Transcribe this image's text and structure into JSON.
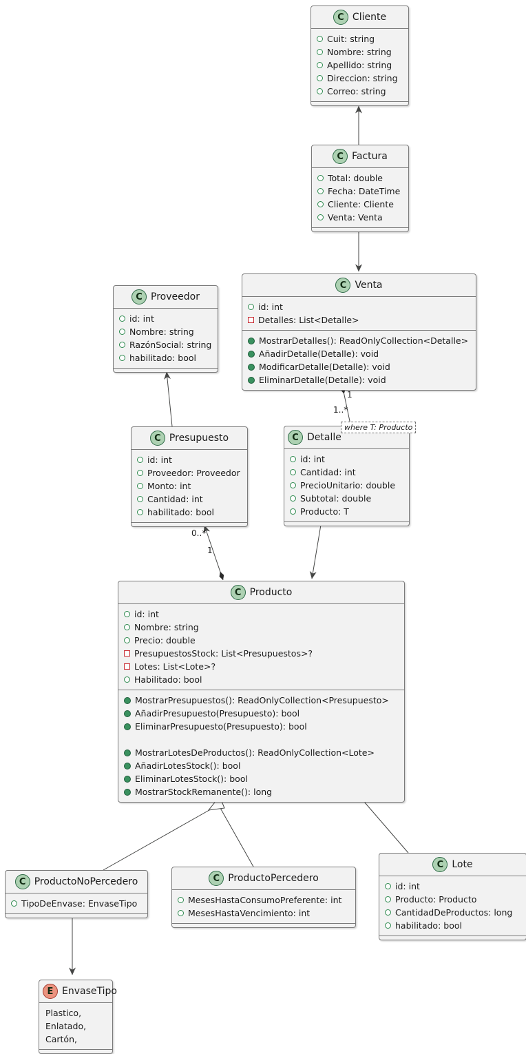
{
  "diagram_title": "UML class diagram",
  "colors": {
    "box_fill": "#f2f2f2",
    "box_border": "#7a7a7a",
    "class_badge_fill": "#add1b2",
    "enum_badge_fill": "#eb937f",
    "edge_color": "#454645",
    "public_icon_color": "#2d8a4e",
    "private_icon_color": "#c82930",
    "method_icon_color": "#3a915f"
  },
  "classes": {
    "cliente": {
      "letter": "C",
      "name": "Cliente",
      "attrs": [
        "Cuit: string",
        "Nombre: string",
        "Apellido: string",
        "Direccion: string",
        "Correo: string"
      ]
    },
    "factura": {
      "letter": "C",
      "name": "Factura",
      "attrs": [
        "Total: double",
        "Fecha: DateTime",
        "Cliente: Cliente",
        "Venta: Venta"
      ]
    },
    "venta": {
      "letter": "C",
      "name": "Venta",
      "attrs": [
        "id: int",
        "Detalles: List<Detalle>"
      ],
      "methods": [
        "MostrarDetalles(): ReadOnlyCollection<Detalle>",
        "AñadirDetalle(Detalle): void",
        "ModificarDetalle(Detalle): void",
        "EliminarDetalle(Detalle): void"
      ]
    },
    "proveedor": {
      "letter": "C",
      "name": "Proveedor",
      "attrs": [
        "id: int",
        "Nombre: string",
        "RazónSocial: string",
        "habilitado: bool"
      ]
    },
    "presupuesto": {
      "letter": "C",
      "name": "Presupuesto",
      "attrs": [
        "id: int",
        "Proveedor: Proveedor",
        "Monto: int",
        "Cantidad: int",
        "habilitado: bool"
      ]
    },
    "detalle": {
      "letter": "C",
      "name": "Detalle",
      "attrs": [
        "id: int",
        "Cantidad: int",
        "PrecioUnitario: double",
        "Subtotal: double",
        "Producto: T"
      ],
      "note": "where T: Producto"
    },
    "producto": {
      "letter": "C",
      "name": "Producto",
      "attrs": [
        "id: int",
        "Nombre: string",
        "Precio: double",
        "PresupuestosStock: List<Presupuestos>?",
        "Lotes: List<Lote>?",
        "Habilitado: bool"
      ],
      "methods": [
        "MostrarPresupuestos(): ReadOnlyCollection<Presupuesto>",
        "AñadirPresupuesto(Presupuesto): bool",
        "EliminarPresupuesto(Presupuesto): bool",
        "",
        "MostrarLotesDeProductos(): ReadOnlyCollection<Lote>",
        "AñadirLotesStock(): bool",
        "EliminarLotesStock(): bool",
        "MostrarStockRemanente(): long"
      ]
    },
    "productonopercedero": {
      "letter": "C",
      "name": "ProductoNoPercedero",
      "attrs": [
        "TipoDeEnvase: EnvaseTipo"
      ]
    },
    "productopercedero": {
      "letter": "C",
      "name": "ProductoPercedero",
      "attrs": [
        "MesesHastaConsumoPreferente: int",
        "MesesHastaVencimiento: int"
      ]
    },
    "lote": {
      "letter": "C",
      "name": "Lote",
      "attrs": [
        "id: int",
        "Producto: Producto",
        "CantidadDeProductos: long",
        "habilitado: bool"
      ]
    },
    "envasetipo": {
      "letter": "E",
      "name": "EnvaseTipo",
      "values": [
        "Plastico,",
        "Enlatado,",
        "Cartón,"
      ]
    }
  },
  "edges": {
    "venta_detalle": {
      "source_mult": "1",
      "target_mult": "1..*"
    },
    "producto_presupuesto": {
      "source_mult": "1",
      "target_mult": "0..*"
    }
  }
}
